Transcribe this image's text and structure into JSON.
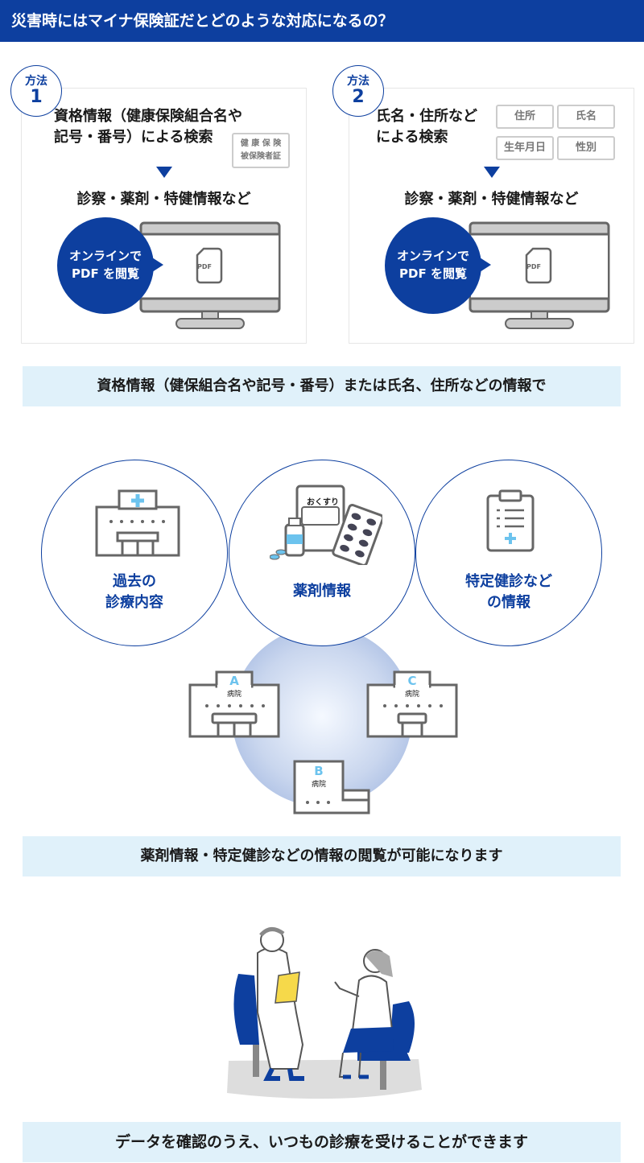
{
  "header": {
    "title": "災害時にはマイナ保険証だとどのような対応になるの？"
  },
  "methods": [
    {
      "badge_label": "方法",
      "badge_number": "1",
      "title_line1": "資格情報（健康保険組合名や",
      "title_line2": "記号・番号）による検索",
      "card_line1": "健 康 保 険",
      "card_line2": "被保険者証",
      "result": "診察・薬剤・特健情報など",
      "bubble_line1": "オンラインで",
      "bubble_line2": "PDF を閲覧",
      "pdf_label": "PDF"
    },
    {
      "badge_label": "方法",
      "badge_number": "2",
      "title_line1": "氏名・住所など",
      "title_line2": "による検索",
      "tags": [
        "住所",
        "氏名",
        "生年月日",
        "性別"
      ],
      "result": "診察・薬剤・特健情報など",
      "bubble_line1": "オンラインで",
      "bubble_line2": "PDF を閲覧",
      "pdf_label": "PDF"
    }
  ],
  "banners": [
    "資格情報（健保組合名や記号・番号）または氏名、住所などの情報で",
    "薬剤情報・特定健診などの情報の閲覧が可能になります",
    "データを確認のうえ、いつもの診療を受けることができます"
  ],
  "circles": [
    {
      "line1": "過去の",
      "line2": "診療内容"
    },
    {
      "line1": "薬剤情報",
      "line2": "",
      "medicine_label": "おくすり"
    },
    {
      "line1": "特定健診など",
      "line2": "の情報"
    }
  ],
  "hospitals": [
    {
      "letter": "A",
      "label": "病院"
    },
    {
      "letter": "B",
      "label": "病院"
    },
    {
      "letter": "C",
      "label": "病院"
    }
  ],
  "colors": {
    "primary": "#0d3f9f",
    "banner_bg": "#e0f1fa",
    "accent_light": "#6cc3ee"
  }
}
